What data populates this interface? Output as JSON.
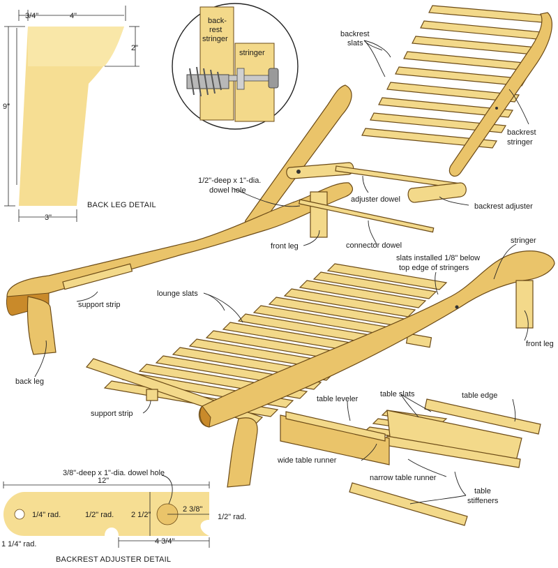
{
  "back_leg_detail": {
    "title": "BACK LEG DETAIL",
    "dim_top_left": "3/4\"",
    "dim_top_right": "4\"",
    "dim_height": "9\"",
    "dim_side": "2\"",
    "dim_bottom": "3\""
  },
  "inset": {
    "backrest_stringer_line1": "back-",
    "backrest_stringer_line2": "rest",
    "backrest_stringer_line3": "stringer",
    "stringer": "stringer"
  },
  "labels": {
    "backrest_slats_line1": "backrest",
    "backrest_slats_line2": "slats",
    "backrest_stringer_line1": "backrest",
    "backrest_stringer_line2": "stringer",
    "dowel_hole_line1": "1/2\"-deep x 1\"-dia.",
    "dowel_hole_line2": "dowel hole",
    "adjuster_dowel": "adjuster dowel",
    "backrest_adjuster": "backrest adjuster",
    "front_leg_top": "front leg",
    "connector_dowel": "connector dowel",
    "stringer": "stringer",
    "slats_installed_line1": "slats installed 1/8\" below",
    "slats_installed_line2": "top edge of stringers",
    "lounge_slats": "lounge slats",
    "support_strip_top": "support strip",
    "back_leg": "back leg",
    "front_leg_right": "front leg",
    "support_strip_bottom": "support strip",
    "table_slats": "table slats",
    "table_leveler": "table leveler",
    "table_edge": "table edge",
    "wide_table_runner": "wide table runner",
    "narrow_table_runner": "narrow table runner",
    "table_stiffeners_line1": "table",
    "table_stiffeners_line2": "stiffeners"
  },
  "adjuster_detail": {
    "title": "BACKREST ADJUSTER DETAIL",
    "dowel_hole": "3/8\"-deep x 1\"-dia. dowel hole",
    "length": "12\"",
    "rad_quarter": "1/4\" rad.",
    "rad_half_a": "1/2\" rad.",
    "height": "2 1/2\"",
    "hole_offset": "2 3/8\"",
    "rad_half_b": "1/2\" rad.",
    "rad_one_quarter": "1 1/4\" rad.",
    "span": "4 3/4\""
  },
  "colors": {
    "wood_light": "#f3d98a",
    "wood_mid": "#eac46a",
    "wood_edge": "#c98a2a",
    "outline": "#6b4a16"
  }
}
